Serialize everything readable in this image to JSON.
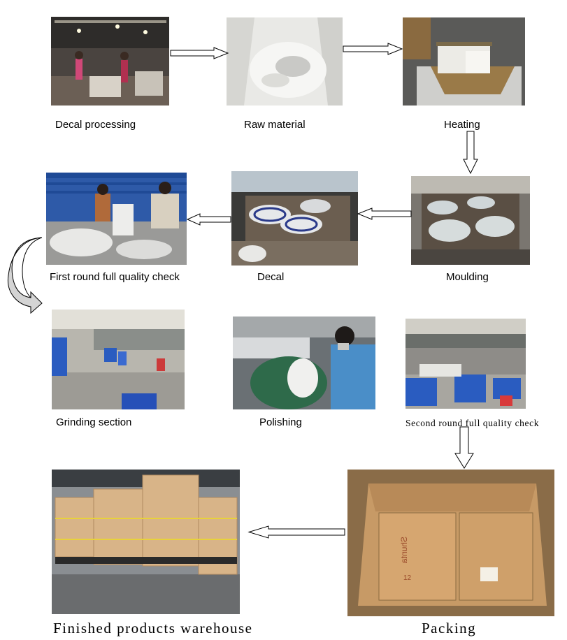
{
  "steps": [
    {
      "label": "Decal processing",
      "photo_icon": "factory-floor-icon"
    },
    {
      "label": "Raw material",
      "photo_icon": "powder-bag-icon"
    },
    {
      "label": "Heating",
      "photo_icon": "heating-block-icon"
    },
    {
      "label": "Moulding",
      "photo_icon": "mould-icon"
    },
    {
      "label": "Decal",
      "photo_icon": "decal-plate-icon"
    },
    {
      "label": "First round full quality check",
      "photo_icon": "workers-checking-icon"
    },
    {
      "label": "Grinding section",
      "photo_icon": "grinding-hall-icon"
    },
    {
      "label": "Polishing",
      "photo_icon": "polishing-machine-icon"
    },
    {
      "label": "Second round full quality check",
      "photo_icon": "crates-hall-icon"
    },
    {
      "label": "Packing",
      "photo_icon": "carton-box-icon"
    },
    {
      "label": "Finished products warehouse",
      "photo_icon": "stacked-boxes-icon"
    }
  ],
  "box_print": {
    "brand": "Shunta",
    "count": "12"
  },
  "colors": {
    "arrow_fill": "#ffffff",
    "arrow_stroke": "#000000",
    "curved_arrow_fill": "#d4d4d4"
  }
}
